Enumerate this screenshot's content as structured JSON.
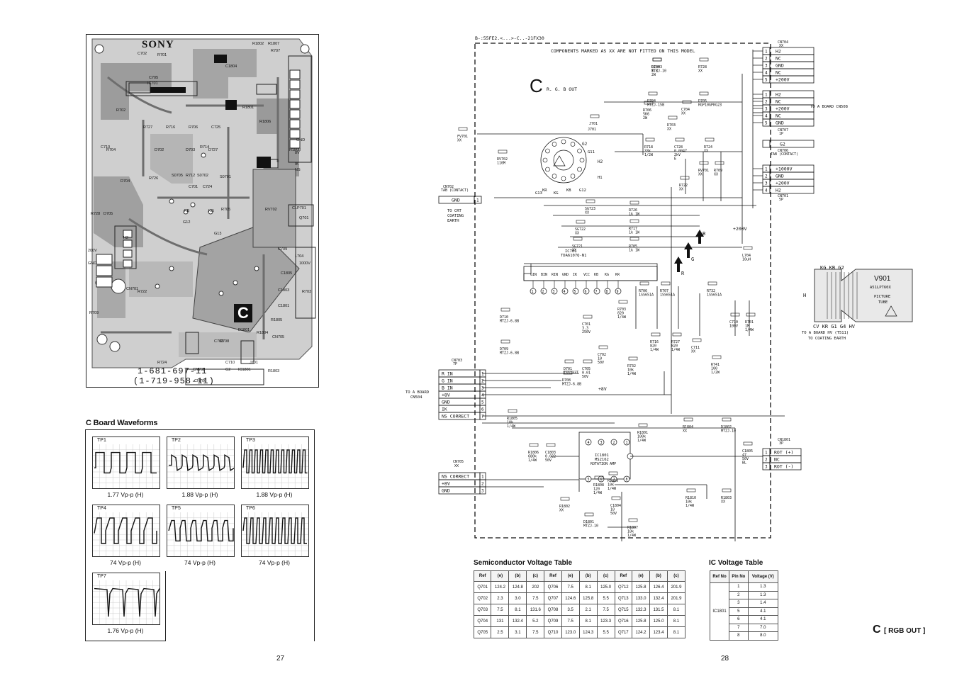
{
  "pcb": {
    "brand": "SONY",
    "part_number": "1-681-697-11",
    "part_number_alt": "(1-719-958-11)",
    "board_letter": "C",
    "labels": [
      "C702",
      "R701",
      "C705",
      "IC701",
      "R702",
      "R727",
      "R716",
      "R706",
      "C725",
      "C710",
      "R704",
      "D702",
      "D703",
      "D727",
      "D704",
      "R726",
      "S0705",
      "R712",
      "S0702",
      "R714",
      "R707",
      "S0701",
      "R705",
      "RV702",
      "CLP701",
      "R728",
      "D705",
      "KB",
      "KG",
      "G12",
      "G13",
      "H2",
      "200V",
      "GND",
      "CN701",
      "R709",
      "R722",
      "C701",
      "C724",
      "R724",
      "C708",
      "IC1801",
      "R1803",
      "R1804",
      "R1805",
      "CN705",
      "CN702",
      "CN706",
      "R1802",
      "R1807",
      "C708",
      "C709",
      "C710",
      "R1801",
      "C1804",
      "C1803",
      "C1805",
      "C1801",
      "R1806",
      "R1808",
      "D1801",
      "Q701",
      "IK",
      "NS",
      "8V",
      "GND",
      "G2",
      "L704",
      "1000V",
      "R703",
      "J701"
    ]
  },
  "waveforms": {
    "title": "C Board Waveforms",
    "items": [
      {
        "tp": "TP1",
        "label": "1.77 Vp-p (H)"
      },
      {
        "tp": "TP2",
        "label": "1.88 Vp-p (H)"
      },
      {
        "tp": "TP3",
        "label": "1.88 Vp-p (H)"
      },
      {
        "tp": "TP4",
        "label": "74 Vp-p (H)"
      },
      {
        "tp": "TP5",
        "label": "74 Vp-p (H)"
      },
      {
        "tp": "TP6",
        "label": "74 Vp-p (H)"
      },
      {
        "tp": "TP7",
        "label": "1.76 Vp-p (H)"
      }
    ]
  },
  "schematic": {
    "model_line": "B-:55FE2.<...>-C..-21FX30",
    "note": "COMPONENTS MARKED AS XX ARE NOT FITTED ON THIS MODEL",
    "section_letter": "C",
    "section_title": "R. G. B OUT",
    "cn704": {
      "ref": "CN704",
      "sub": "XX",
      "pins": [
        {
          "n": "1",
          "name": "H2"
        },
        {
          "n": "2",
          "name": "NC"
        },
        {
          "n": "3",
          "name": "GND"
        },
        {
          "n": "4",
          "name": "NC"
        },
        {
          "n": "5",
          "name": "+200V"
        }
      ]
    },
    "cn708": {
      "pins": [
        {
          "n": "1",
          "name": "H2"
        },
        {
          "n": "2",
          "name": "NC"
        },
        {
          "n": "3",
          "name": "+200V"
        },
        {
          "n": "4",
          "name": "NC"
        },
        {
          "n": "5",
          "name": "GND"
        }
      ]
    },
    "to_a_board_cn508": "TO A BOARD CN508",
    "cn707": {
      "ref": "CN707",
      "sub": "1P",
      "pin": "G2",
      "tab": "TAB (CONTACT)"
    },
    "cn706": {
      "ref": "CN706",
      "tab": "TAB (CONTACT)"
    },
    "cn701": {
      "ref": "CN701",
      "sub": "5P",
      "pins": [
        {
          "n": "1",
          "name": "+1000V"
        },
        {
          "n": "2",
          "name": "GND"
        },
        {
          "n": "3",
          "name": "+200V"
        },
        {
          "n": "4",
          "name": "H2"
        }
      ]
    },
    "cn702": {
      "ref": "CN702",
      "tab": "TAB (CONTACT)",
      "pin": "GND",
      "n": "1",
      "note": "TO CRT COATING EARTH"
    },
    "cn703": {
      "ref": "CN703",
      "sub": "7P",
      "pins": [
        {
          "n": "1",
          "name": "R IN"
        },
        {
          "n": "2",
          "name": "G IN"
        },
        {
          "n": "3",
          "name": "B IN"
        },
        {
          "n": "4",
          "name": "+8V"
        },
        {
          "n": "5",
          "name": "GND"
        },
        {
          "n": "6",
          "name": "IK"
        },
        {
          "n": "7",
          "name": "NS CORRECT"
        }
      ]
    },
    "to_a_board_cn504": "TO A BOARD CN504",
    "cn705": {
      "ref": "CN705",
      "sub": "XX",
      "pins": [
        {
          "n": "1",
          "name": "NS CORRECT"
        },
        {
          "n": "2",
          "name": "+8V"
        },
        {
          "n": "3",
          "name": "GND"
        }
      ]
    },
    "cn1801": {
      "ref": "CN1801",
      "sub": "3P",
      "pins": [
        {
          "n": "1",
          "name": "ROT (+)"
        },
        {
          "n": "2",
          "name": "NC"
        },
        {
          "n": "3",
          "name": "ROT (-)"
        }
      ]
    },
    "ic701": {
      "ref": "IC701",
      "part": "TDA6107Q-N1",
      "pins": [
        "GIN",
        "BIN",
        "RIN",
        "GND",
        "IK",
        "VCC",
        "KB",
        "KG",
        "KR"
      ]
    },
    "ic1801": {
      "ref": "IC1801",
      "part": "MS2162",
      "func": "ROTATION AMP"
    },
    "rails": [
      "+200V",
      "+8V"
    ],
    "beams": [
      "B",
      "G",
      "R"
    ],
    "components": [
      {
        "ref": "R704",
        "val": "1.8\n2W"
      },
      {
        "ref": "R728",
        "val": "XX"
      },
      {
        "ref": "D704",
        "val": "MTZJ-15B"
      },
      {
        "ref": "D705",
        "val": "RGP10GPKG23"
      },
      {
        "ref": "R706",
        "val": "5K6\n2W"
      },
      {
        "ref": "C704",
        "val": "XX"
      },
      {
        "ref": "D703",
        "val": "XX"
      },
      {
        "ref": "R718",
        "val": "33k\n1/2W"
      },
      {
        "ref": "C728",
        "val": "0.0047\n2kV\nE"
      },
      {
        "ref": "R724",
        "val": "XX"
      },
      {
        "ref": "RV701",
        "val": "XX"
      },
      {
        "ref": "R709",
        "val": "XX"
      },
      {
        "ref": "R722",
        "val": "XX"
      },
      {
        "ref": "FV701",
        "val": "XX"
      },
      {
        "ref": "RV702",
        "val": "110M"
      },
      {
        "ref": "J701",
        "val": ""
      },
      {
        "ref": "SG723",
        "val": "XX"
      },
      {
        "ref": "R726",
        "val": "1k 1W"
      },
      {
        "ref": "SG722",
        "val": "XX"
      },
      {
        "ref": "R717",
        "val": "1k 1W"
      },
      {
        "ref": "SG721",
        "val": "XX"
      },
      {
        "ref": "R705",
        "val": "1k 1W"
      },
      {
        "ref": "L704",
        "val": "10uH"
      },
      {
        "ref": "R706",
        "val": "1SS651A"
      },
      {
        "ref": "R707",
        "val": "1SS651A"
      },
      {
        "ref": "R732",
        "val": "1SS651A"
      },
      {
        "ref": "R703",
        "val": "820\n1/4W"
      },
      {
        "ref": "R716",
        "val": "820\n1/4W"
      },
      {
        "ref": "R727",
        "val": "820\n1/4W"
      },
      {
        "ref": "C710",
        "val": "100V"
      },
      {
        "ref": "R701",
        "val": "1M\n1/4W"
      },
      {
        "ref": "D710",
        "val": "MTZJ-6.8B"
      },
      {
        "ref": "D709",
        "val": "MTZJ-6.8B"
      },
      {
        "ref": "C701",
        "val": "3.3\n250V"
      },
      {
        "ref": "C702",
        "val": "10\n50V"
      },
      {
        "ref": "C711",
        "val": "XX"
      },
      {
        "ref": "R741",
        "val": "100\n1/2W"
      },
      {
        "ref": "D701",
        "val": "1SS133T"
      },
      {
        "ref": "C705",
        "val": "0.01\n50V"
      },
      {
        "ref": "D708",
        "val": "MTZJ-6.8B"
      },
      {
        "ref": "R732",
        "val": "10k\n1/4W"
      },
      {
        "ref": "R1805",
        "val": "10k\n1/4W"
      },
      {
        "ref": "R1801",
        "val": "100k\n1/4W"
      },
      {
        "ref": "R1804",
        "val": "XX"
      },
      {
        "ref": "D1802",
        "val": "MTZJ-10"
      },
      {
        "ref": "R1806",
        "val": "680k\n1/4W"
      },
      {
        "ref": "C1803",
        "val": "0.022\n50V"
      },
      {
        "ref": "C1805",
        "val": "47\n50V\nBL"
      },
      {
        "ref": "R1808",
        "val": "120\n1/4W"
      },
      {
        "ref": "R1809",
        "val": "10k\n1/4W"
      },
      {
        "ref": "R1802",
        "val": "XX"
      },
      {
        "ref": "C1804",
        "val": "10\n50V"
      },
      {
        "ref": "D1801",
        "val": "MTZJ-10"
      },
      {
        "ref": "R1807",
        "val": "10k\n1/4W"
      },
      {
        "ref": "R1810",
        "val": "10k\n1/4W"
      },
      {
        "ref": "R1803",
        "val": "XX"
      },
      {
        "ref": "D1803",
        "val": "MTZJ-10"
      }
    ],
    "tube": {
      "ref": "V901",
      "model": "A51LPT60X",
      "desc": "PICTURE TUBE",
      "pins": "KG KB G2",
      "pins2": "CV  KR G1  G4  HV",
      "h": "H",
      "notes": [
        "TO A BOARD HV (T511)",
        "TO COATING EARTH"
      ]
    }
  },
  "semiconductor_table": {
    "title": "Semiconductor Voltage Table",
    "headers": [
      "Ref",
      "(e)",
      "(b)",
      "(c)",
      "Ref",
      "(e)",
      "(b)",
      "(c)",
      "Ref",
      "(e)",
      "(b)",
      "(c)"
    ],
    "rows": [
      [
        "Q701",
        "124.2",
        "124.8",
        "202",
        "Q706",
        "7.5",
        "8.1",
        "125.0",
        "Q712",
        "125.8",
        "126.4",
        "201.9"
      ],
      [
        "Q702",
        "2.3",
        "3.0",
        "7.5",
        "Q707",
        "124.6",
        "125.8",
        "5.5",
        "Q713",
        "133.0",
        "132.4",
        "201.9"
      ],
      [
        "Q703",
        "7.5",
        "8.1",
        "131.6",
        "Q708",
        "3.5",
        "2.1",
        "7.5",
        "Q715",
        "132.3",
        "131.5",
        "8.1"
      ],
      [
        "Q704",
        "131",
        "132.4",
        "5.2",
        "Q709",
        "7.5",
        "8.1",
        "123.3",
        "Q716",
        "125.8",
        "125.0",
        "8.1"
      ],
      [
        "Q705",
        "2.5",
        "3.1",
        "7.5",
        "Q710",
        "123.0",
        "124.3",
        "5.5",
        "Q717",
        "124.2",
        "123.4",
        "8.1"
      ]
    ]
  },
  "ic_table": {
    "title": "IC Voltage Table",
    "headers": [
      "Ref No",
      "Pin No",
      "Voltage (V)"
    ],
    "ref": "IC1801",
    "rows": [
      [
        "1",
        "1.3"
      ],
      [
        "2",
        "1.3"
      ],
      [
        "3",
        "1.4"
      ],
      [
        "5",
        "4.1"
      ],
      [
        "6",
        "4.1"
      ],
      [
        "7",
        "7.0"
      ],
      [
        "8",
        "8.0"
      ]
    ]
  },
  "footer": {
    "page_left": "27",
    "page_right": "28",
    "section_mark": "C",
    "section_mark_label": "[ RGB OUT ]"
  }
}
